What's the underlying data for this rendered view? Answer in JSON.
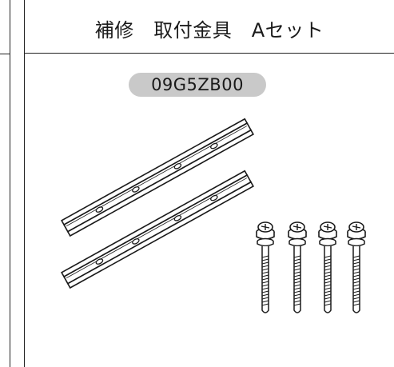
{
  "panel": {
    "title": "補修　取付金具　Aセット",
    "part_number": "09G5ZB00"
  },
  "illustration": {
    "rails": 2,
    "screws": 4,
    "icons": [
      "mounting-rail",
      "screw"
    ]
  }
}
